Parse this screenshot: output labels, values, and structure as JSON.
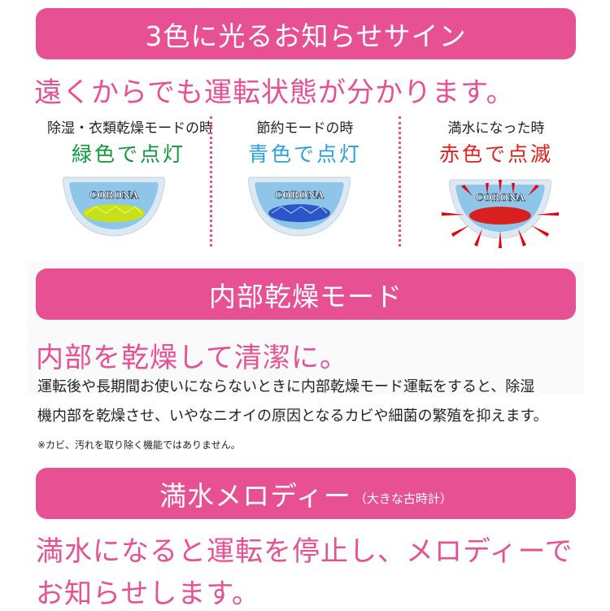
{
  "colors": {
    "accent": "#E75093",
    "green": "#0E9A3A",
    "blue": "#2AA0E0",
    "red": "#E61E1E"
  },
  "section1": {
    "banner": "3色に光るお知らせサイン",
    "lead": "遠くからでも運転状態が分かります。",
    "modes": [
      {
        "caption": "除湿・衣類乾燥モードの時",
        "state": "緑色で点灯",
        "lamp_color": "green",
        "lamp_label": "CORONA"
      },
      {
        "caption": "節約モードの時",
        "state": "青色で点灯",
        "lamp_color": "blue",
        "lamp_label": "CORONA"
      },
      {
        "caption": "満水になった時",
        "state": "赤色で点滅",
        "lamp_color": "red",
        "lamp_label": "CORONA"
      }
    ]
  },
  "section2": {
    "banner": "内部乾燥モード",
    "lead": "内部を乾燥して清潔に。",
    "body_lines": [
      "運転後や長期間お使いにならないときに内部乾燥モード運転をすると、除湿",
      "機内部を乾燥させ、いやなニオイの原因となるカビや細菌の繁殖を抑えます。"
    ],
    "note": "※カビ、汚れを取り除く機能ではありません。"
  },
  "section3": {
    "banner": "満水メロディー",
    "banner_sub": "（大きな古時計）",
    "lead_lines": [
      "満水になると運転を停止し、メロディーで",
      "お知らせします。"
    ]
  }
}
